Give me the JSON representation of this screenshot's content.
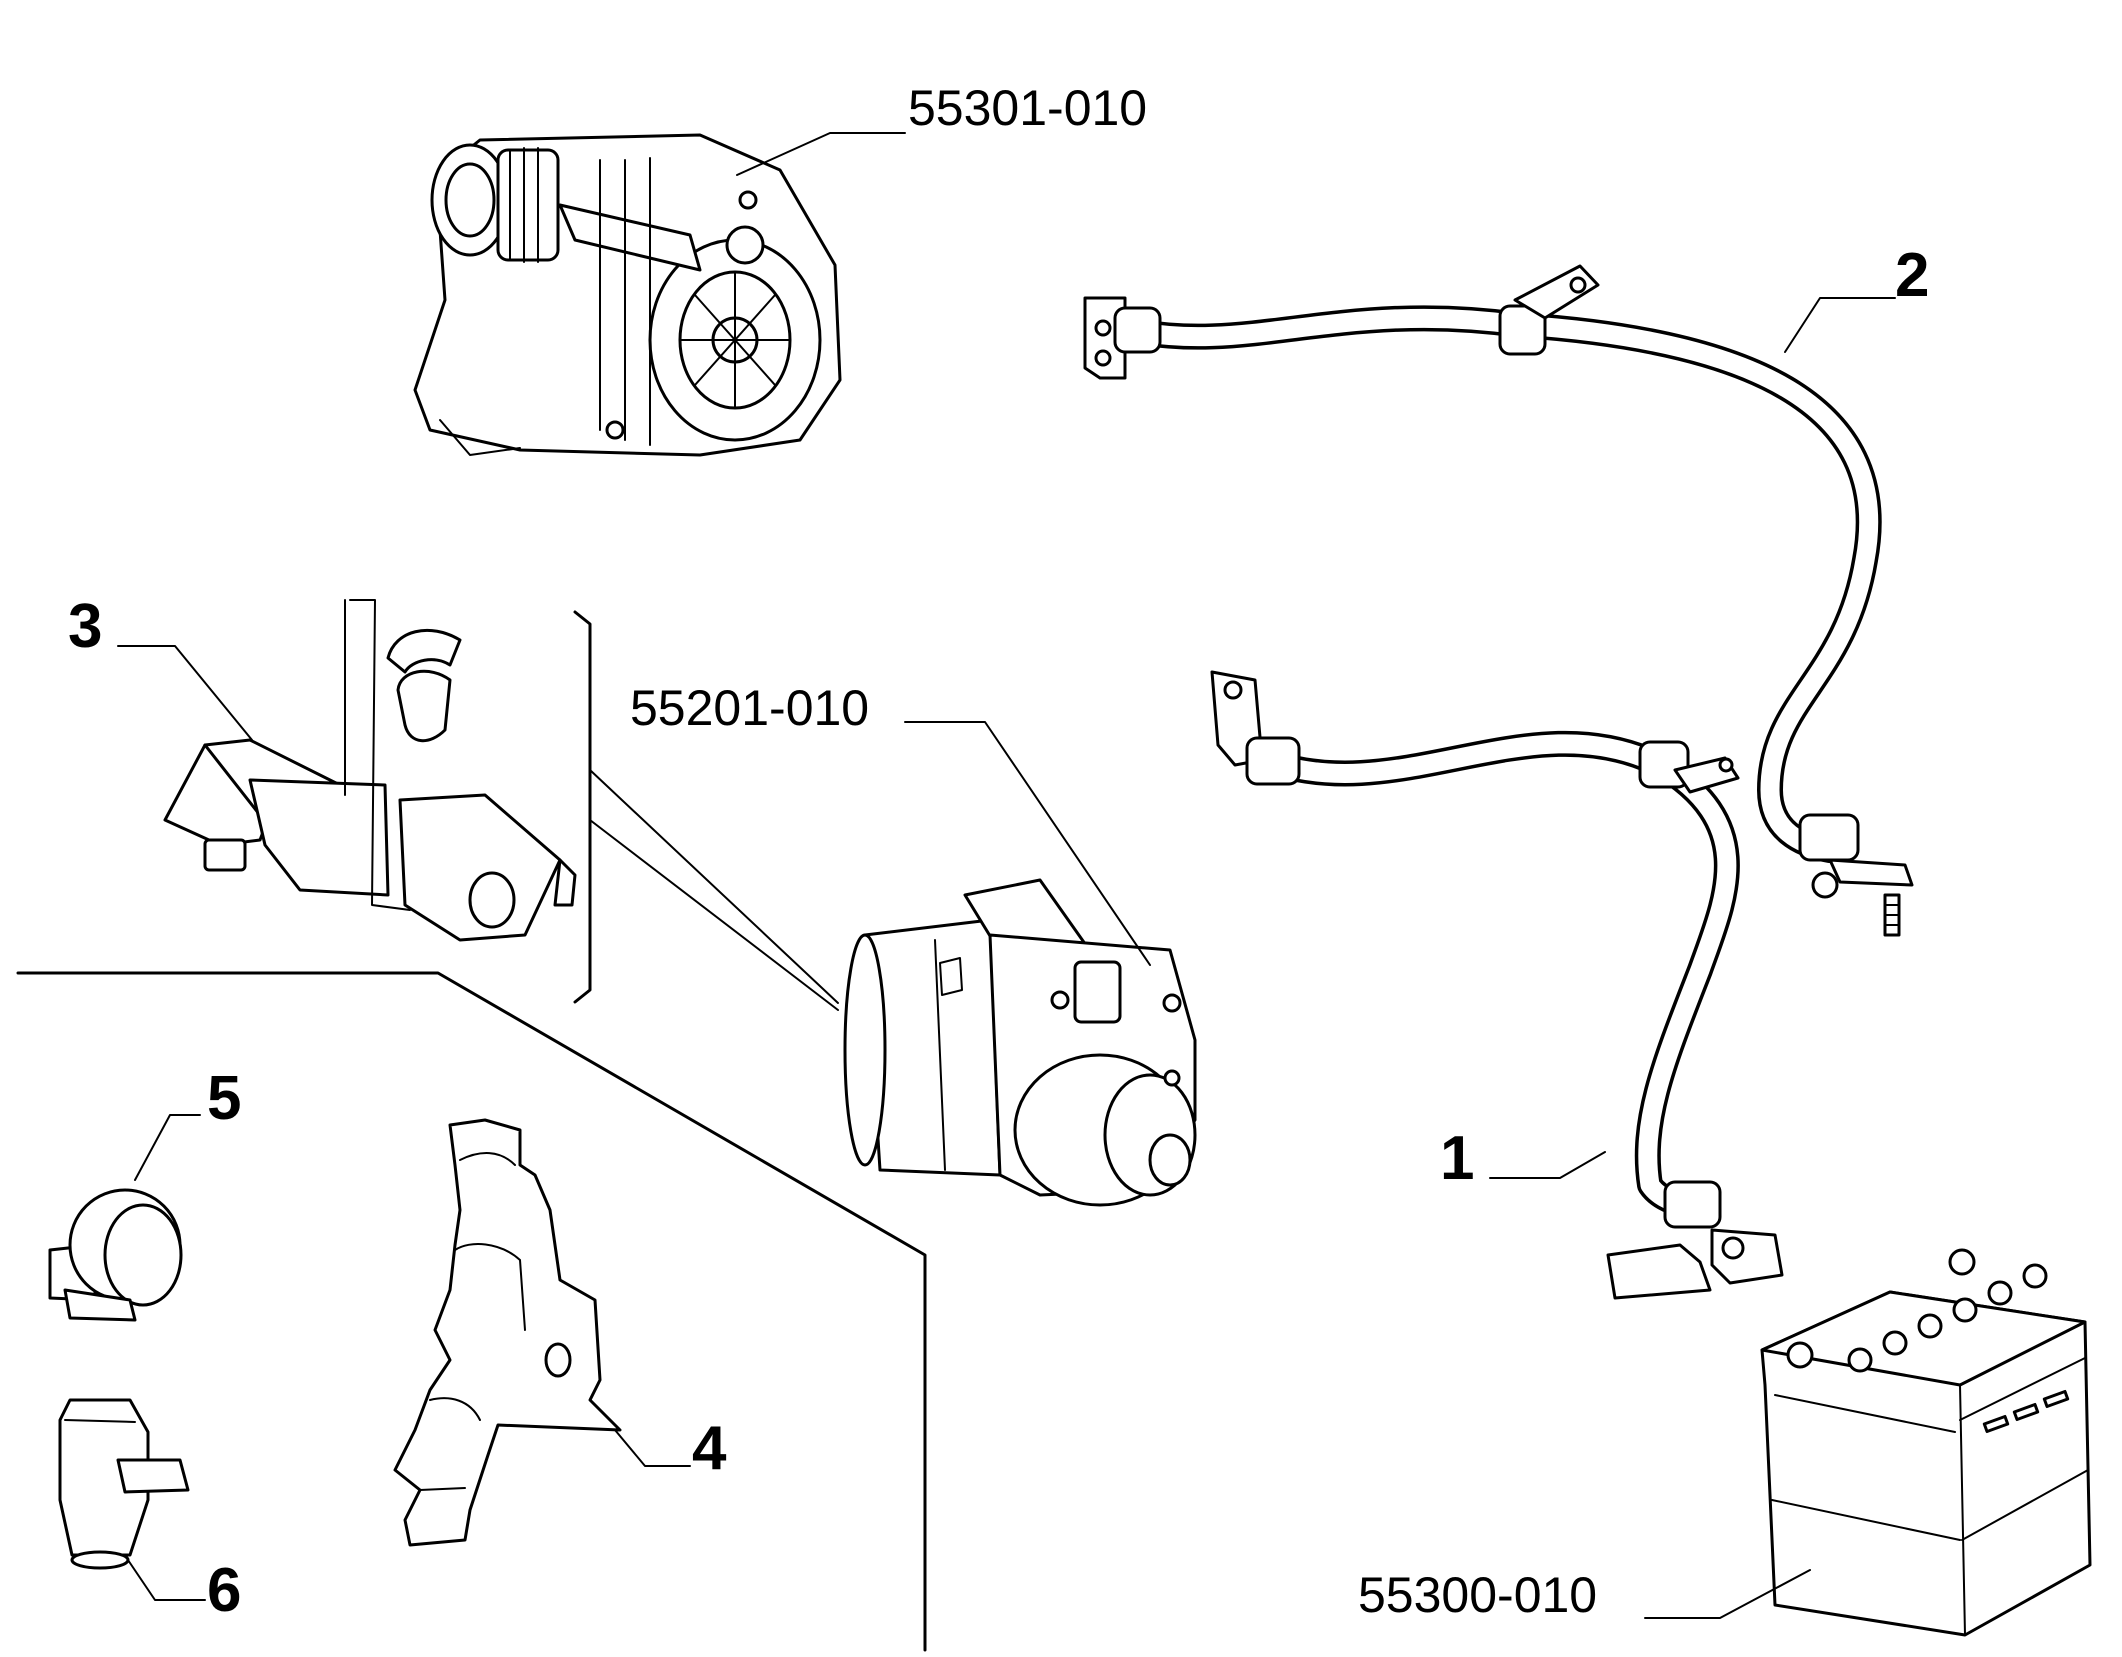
{
  "labels": {
    "alternator": "55301-010",
    "starter": "55201-010",
    "battery": "55300-010",
    "item_1": "1",
    "item_2": "2",
    "item_3": "3",
    "item_4": "4",
    "item_5": "5",
    "item_6": "6"
  },
  "colors": {
    "ink": "#000000",
    "paper": "#ffffff"
  },
  "icons": {
    "alternator": "alternator-icon",
    "starter": "starter-motor-icon",
    "battery": "battery-icon",
    "cable_2": "positive-cable-icon",
    "cable_1": "negative-cable-icon",
    "bracket_3": "bracket-icon",
    "cover_4": "protective-cover-icon",
    "clip_5": "cable-clip-icon",
    "clip_6": "cable-holder-icon"
  }
}
